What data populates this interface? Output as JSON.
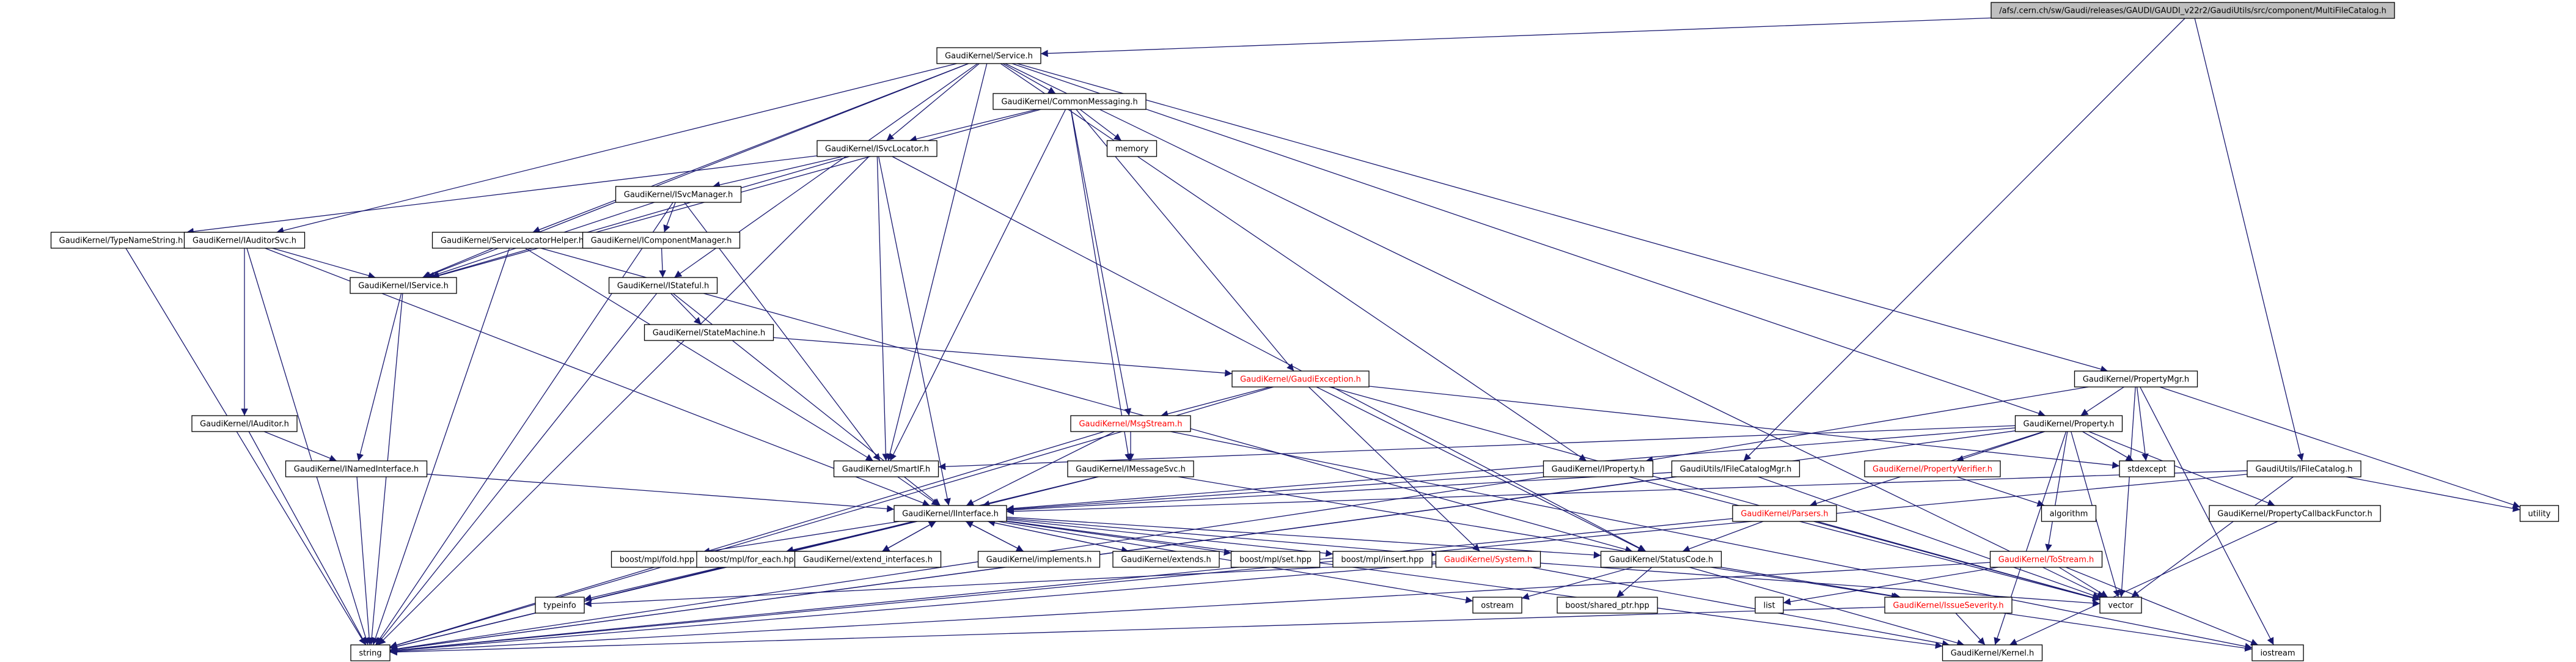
{
  "root_label": "/afs/.cern.ch/sw/Gaudi/releases/GAUDI/GAUDI_v22r2/GaudiUtils/src/component/MultiFileCatalog.h",
  "colors": {
    "edge": "#191970",
    "root_fill": "#bfbfbf",
    "node_fill": "#ffffff",
    "incomplete_text": "#ff0000"
  },
  "nodes": [
    {
      "id": "root",
      "label": "/afs/.cern.ch/sw/Gaudi/releases/GAUDI/GAUDI_v22r2/GaudiUtils/src/component/MultiFileCatalog.h",
      "style": "root"
    },
    {
      "id": "service",
      "label": "GaudiKernel/Service.h"
    },
    {
      "id": "commonmsg",
      "label": "GaudiKernel/CommonMessaging.h"
    },
    {
      "id": "memory",
      "label": "memory"
    },
    {
      "id": "isvclocator",
      "label": "GaudiKernel/ISvcLocator.h"
    },
    {
      "id": "isvcmanager",
      "label": "GaudiKernel/ISvcManager.h"
    },
    {
      "id": "typename",
      "label": "GaudiKernel/TypeNameString.h"
    },
    {
      "id": "iauditorsvc",
      "label": "GaudiKernel/IAuditorSvc.h"
    },
    {
      "id": "svclochelper",
      "label": "GaudiKernel/ServiceLocatorHelper.h"
    },
    {
      "id": "icompmgr",
      "label": "GaudiKernel/IComponentManager.h"
    },
    {
      "id": "iservice",
      "label": "GaudiKernel/IService.h"
    },
    {
      "id": "istateful",
      "label": "GaudiKernel/IStateful.h"
    },
    {
      "id": "statemachine",
      "label": "GaudiKernel/StateMachine.h"
    },
    {
      "id": "gaudiexc",
      "label": "GaudiKernel/GaudiException.h",
      "style": "red"
    },
    {
      "id": "iauditor",
      "label": "GaudiKernel/IAuditor.h"
    },
    {
      "id": "inamedif",
      "label": "GaudiKernel/INamedInterface.h"
    },
    {
      "id": "msgstream",
      "label": "GaudiKernel/MsgStream.h",
      "style": "red"
    },
    {
      "id": "smartif",
      "label": "GaudiKernel/SmartIF.h"
    },
    {
      "id": "imessagesvc",
      "label": "GaudiKernel/IMessageSvc.h"
    },
    {
      "id": "iproperty",
      "label": "GaudiKernel/IProperty.h"
    },
    {
      "id": "ifilecatmgr",
      "label": "GaudiUtils/IFileCatalogMgr.h"
    },
    {
      "id": "propertymgr",
      "label": "GaudiKernel/PropertyMgr.h"
    },
    {
      "id": "property",
      "label": "GaudiKernel/Property.h"
    },
    {
      "id": "propverifier",
      "label": "GaudiKernel/PropertyVerifier.h",
      "style": "red"
    },
    {
      "id": "stdexcept",
      "label": "stdexcept"
    },
    {
      "id": "ifilecatalog",
      "label": "GaudiUtils/IFileCatalog.h"
    },
    {
      "id": "utility",
      "label": "utility"
    },
    {
      "id": "algorithm",
      "label": "algorithm"
    },
    {
      "id": "propcallback",
      "label": "GaudiKernel/PropertyCallbackFunctor.h"
    },
    {
      "id": "parsers",
      "label": "GaudiKernel/Parsers.h",
      "style": "red"
    },
    {
      "id": "iinterface",
      "label": "GaudiKernel/IInterface.h"
    },
    {
      "id": "mplfold",
      "label": "boost/mpl/fold.hpp"
    },
    {
      "id": "mplforeach",
      "label": "boost/mpl/for_each.hpp"
    },
    {
      "id": "extendif",
      "label": "GaudiKernel/extend_interfaces.h"
    },
    {
      "id": "implements",
      "label": "GaudiKernel/implements.h"
    },
    {
      "id": "extends",
      "label": "GaudiKernel/extends.h"
    },
    {
      "id": "mplset",
      "label": "boost/mpl/set.hpp"
    },
    {
      "id": "mplinsert",
      "label": "boost/mpl/insert.hpp"
    },
    {
      "id": "system",
      "label": "GaudiKernel/System.h",
      "style": "red"
    },
    {
      "id": "statuscode",
      "label": "GaudiKernel/StatusCode.h"
    },
    {
      "id": "tostream",
      "label": "GaudiKernel/ToStream.h",
      "style": "red"
    },
    {
      "id": "typeinfo",
      "label": "typeinfo"
    },
    {
      "id": "ostream",
      "label": "ostream"
    },
    {
      "id": "sharedptr",
      "label": "boost/shared_ptr.hpp"
    },
    {
      "id": "list",
      "label": "list"
    },
    {
      "id": "issueseverity",
      "label": "GaudiKernel/IssueSeverity.h",
      "style": "red"
    },
    {
      "id": "vector",
      "label": "vector"
    },
    {
      "id": "string",
      "label": "string"
    },
    {
      "id": "kernel",
      "label": "GaudiKernel/Kernel.h"
    },
    {
      "id": "iostream",
      "label": "iostream"
    }
  ],
  "edges": [
    [
      "root",
      "service"
    ],
    [
      "root",
      "ifilecatmgr"
    ],
    [
      "root",
      "ifilecatalog"
    ],
    [
      "service",
      "commonmsg"
    ],
    [
      "service",
      "isvclocator"
    ],
    [
      "service",
      "iauditorsvc"
    ],
    [
      "service",
      "svclochelper"
    ],
    [
      "service",
      "iservice"
    ],
    [
      "service",
      "istateful"
    ],
    [
      "service",
      "smartif"
    ],
    [
      "service",
      "iproperty"
    ],
    [
      "service",
      "propertymgr"
    ],
    [
      "service",
      "property"
    ],
    [
      "service",
      "vector"
    ],
    [
      "commonmsg",
      "memory"
    ],
    [
      "commonmsg",
      "isvclocator"
    ],
    [
      "commonmsg",
      "iservice"
    ],
    [
      "commonmsg",
      "gaudiexc"
    ],
    [
      "commonmsg",
      "msgstream"
    ],
    [
      "commonmsg",
      "smartif"
    ],
    [
      "commonmsg",
      "imessagesvc"
    ],
    [
      "isvclocator",
      "isvcmanager"
    ],
    [
      "isvclocator",
      "typename"
    ],
    [
      "isvclocator",
      "iservice"
    ],
    [
      "isvclocator",
      "smartif"
    ],
    [
      "isvclocator",
      "iinterface"
    ],
    [
      "isvclocator",
      "statuscode"
    ],
    [
      "isvclocator",
      "string"
    ],
    [
      "isvcmanager",
      "icompmgr"
    ],
    [
      "isvcmanager",
      "smartif"
    ],
    [
      "isvcmanager",
      "iservice"
    ],
    [
      "isvcmanager",
      "string"
    ],
    [
      "icompmgr",
      "istateful"
    ],
    [
      "typename",
      "string"
    ],
    [
      "iauditorsvc",
      "iservice"
    ],
    [
      "iauditorsvc",
      "iauditor"
    ],
    [
      "iauditorsvc",
      "string"
    ],
    [
      "iauditorsvc",
      "iinterface"
    ],
    [
      "svclochelper",
      "iservice"
    ],
    [
      "svclochelper",
      "smartif"
    ],
    [
      "svclochelper",
      "string"
    ],
    [
      "svclochelper",
      "statuscode"
    ],
    [
      "iservice",
      "inamedif"
    ],
    [
      "iservice",
      "string"
    ],
    [
      "istateful",
      "statemachine"
    ],
    [
      "istateful",
      "iinterface"
    ],
    [
      "istateful",
      "string"
    ],
    [
      "statemachine",
      "gaudiexc"
    ],
    [
      "gaudiexc",
      "msgstream"
    ],
    [
      "gaudiexc",
      "system"
    ],
    [
      "gaudiexc",
      "statuscode"
    ],
    [
      "gaudiexc",
      "string"
    ],
    [
      "gaudiexc",
      "stdexcept"
    ],
    [
      "gaudiexc",
      "vector"
    ],
    [
      "iauditor",
      "inamedif"
    ],
    [
      "iauditor",
      "string"
    ],
    [
      "inamedif",
      "iinterface"
    ],
    [
      "inamedif",
      "string"
    ],
    [
      "msgstream",
      "imessagesvc"
    ],
    [
      "msgstream",
      "iinterface"
    ],
    [
      "msgstream",
      "iostream"
    ],
    [
      "msgstream",
      "string"
    ],
    [
      "smartif",
      "iinterface"
    ],
    [
      "imessagesvc",
      "iinterface"
    ],
    [
      "imessagesvc",
      "string"
    ],
    [
      "imessagesvc",
      "issueseverity"
    ],
    [
      "iproperty",
      "iinterface"
    ],
    [
      "iproperty",
      "string"
    ],
    [
      "iproperty",
      "vector"
    ],
    [
      "ifilecatmgr",
      "iinterface"
    ],
    [
      "ifilecatmgr",
      "string"
    ],
    [
      "ifilecatmgr",
      "vector"
    ],
    [
      "ifilecatalog",
      "iinterface"
    ],
    [
      "ifilecatalog",
      "string"
    ],
    [
      "ifilecatalog",
      "utility"
    ],
    [
      "ifilecatalog",
      "vector"
    ],
    [
      "propertymgr",
      "property"
    ],
    [
      "propertymgr",
      "stdexcept"
    ],
    [
      "propertymgr",
      "utility"
    ],
    [
      "propertymgr",
      "vector"
    ],
    [
      "propertymgr",
      "iostream"
    ],
    [
      "propertymgr",
      "iproperty"
    ],
    [
      "property",
      "propverifier"
    ],
    [
      "property",
      "stdexcept"
    ],
    [
      "property",
      "propcallback"
    ],
    [
      "property",
      "parsers"
    ],
    [
      "property",
      "tostream"
    ],
    [
      "property",
      "smartif"
    ],
    [
      "property",
      "iinterface"
    ],
    [
      "property",
      "string"
    ],
    [
      "property",
      "vector"
    ],
    [
      "property",
      "kernel"
    ],
    [
      "propverifier",
      "algorithm"
    ],
    [
      "propcallback",
      "kernel"
    ],
    [
      "parsers",
      "statuscode"
    ],
    [
      "parsers",
      "string"
    ],
    [
      "parsers",
      "vector"
    ],
    [
      "iinterface",
      "mplfold"
    ],
    [
      "iinterface",
      "mplforeach"
    ],
    [
      "iinterface",
      "extendif"
    ],
    [
      "iinterface",
      "implements"
    ],
    [
      "iinterface",
      "extends"
    ],
    [
      "iinterface",
      "mplset"
    ],
    [
      "iinterface",
      "mplinsert"
    ],
    [
      "iinterface",
      "system"
    ],
    [
      "iinterface",
      "statuscode"
    ],
    [
      "iinterface",
      "typeinfo"
    ],
    [
      "iinterface",
      "ostream"
    ],
    [
      "iinterface",
      "string"
    ],
    [
      "iinterface",
      "kernel"
    ],
    [
      "extendif",
      "iinterface"
    ],
    [
      "implements",
      "iinterface"
    ],
    [
      "extends",
      "iinterface"
    ],
    [
      "system",
      "typeinfo"
    ],
    [
      "system",
      "string"
    ],
    [
      "system",
      "vector"
    ],
    [
      "system",
      "kernel"
    ],
    [
      "statuscode",
      "ostream"
    ],
    [
      "statuscode",
      "sharedptr"
    ],
    [
      "statuscode",
      "issueseverity"
    ],
    [
      "statuscode",
      "kernel"
    ],
    [
      "tostream",
      "list"
    ],
    [
      "tostream",
      "vector"
    ],
    [
      "tostream",
      "string"
    ],
    [
      "tostream",
      "iostream"
    ],
    [
      "issueseverity",
      "kernel"
    ],
    [
      "issueseverity",
      "iostream"
    ],
    [
      "issueseverity",
      "string"
    ]
  ]
}
